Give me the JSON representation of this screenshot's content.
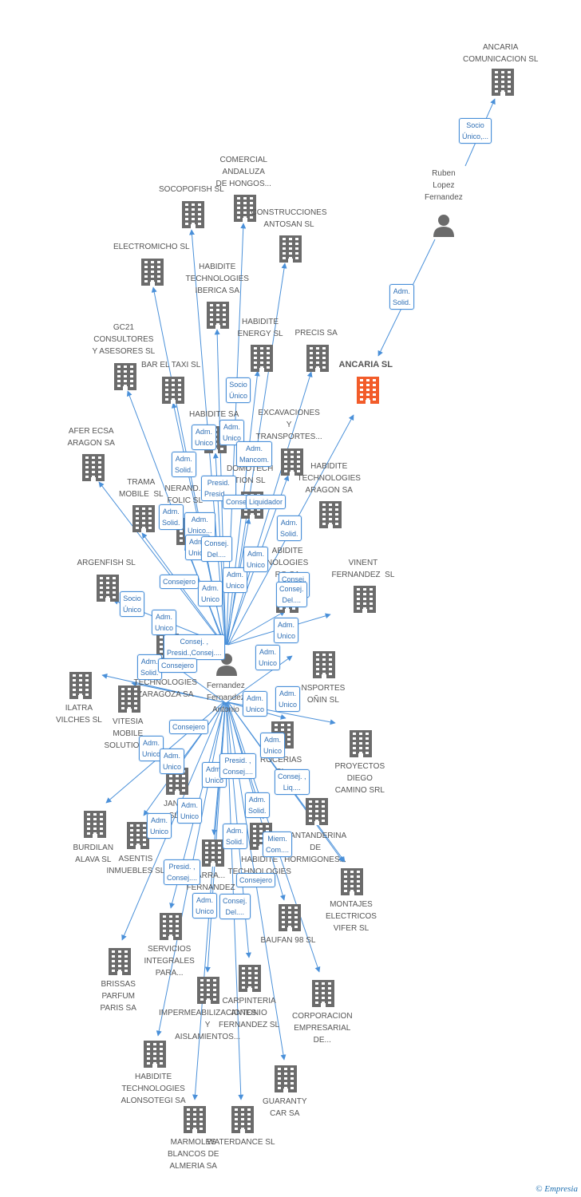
{
  "colors": {
    "company": "#6b6b6b",
    "focus": "#f25c2a",
    "edge": "#4a90d9",
    "person": "#6b6b6b"
  },
  "companies": [
    {
      "id": "ancaria_com",
      "label": "ANCARIA\nCOMUNICACION SL"
    },
    {
      "id": "ancaria_sl",
      "label": "ANCARIA SL",
      "focus": true
    },
    {
      "id": "comercial_andaluza",
      "label": "COMERCIAL\nANDALUZA\nDE HONGOS..."
    },
    {
      "id": "socopofish",
      "label": "SOCOPOFISH SL"
    },
    {
      "id": "construcciones_antosan",
      "label": "CONSTRUCCIONES\nANTOSAN SL"
    },
    {
      "id": "electromicho",
      "label": "ELECTROMICHO SL"
    },
    {
      "id": "habidite_iberica",
      "label": "HABIDITE\nTECHNOLOGIES\nIBERICA SA"
    },
    {
      "id": "gc21",
      "label": "GC21\nCONSULTORES\nY ASESORES SL"
    },
    {
      "id": "habidite_energy",
      "label": "HABIDITE\nENERGY SL"
    },
    {
      "id": "precis",
      "label": "PRECIS SA"
    },
    {
      "id": "bar_taxi",
      "label": "BAR EL TAXI SL"
    },
    {
      "id": "habidite_sa",
      "label": "HABIDITE SA"
    },
    {
      "id": "excavaciones",
      "label": "EXCAVACIONES\nY\nTRANSPORTES..."
    },
    {
      "id": "afer_ecsa",
      "label": "AFER ECSA\nARAGON SA"
    },
    {
      "id": "domotech",
      "label": "DOMOTECH\nTION SL"
    },
    {
      "id": "habidite_aragon",
      "label": "HABIDITE\nTECHNOLOGIES\nARAGON SA"
    },
    {
      "id": "trama_mobile",
      "label": "TRAMA\nMOBILE  SL"
    },
    {
      "id": "generando",
      "label": "NERAND...\nFOLIC SL"
    },
    {
      "id": "habidite_tech3",
      "label": "ABIDITE\nNOLOGIES\nRO SA"
    },
    {
      "id": "argenfish",
      "label": "ARGENFISH SL"
    },
    {
      "id": "vinent",
      "label": "VINENT\nFERNANDEZ  SL"
    },
    {
      "id": "ilatra",
      "label": "ILATRA\nVILCHES SL"
    },
    {
      "id": "habidite_zaragoza",
      "label": "TECHNOLOGIES\nZARAGOZA SA"
    },
    {
      "id": "transportes",
      "label": "NSPORTES\nOÑIN SL"
    },
    {
      "id": "vitesia",
      "label": "VITESIA\nMOBILE\nSOLUTION..."
    },
    {
      "id": "proyectos_diego",
      "label": "PROYECTOS\nDIEGO\nCAMINO SRL"
    },
    {
      "id": "jans",
      "label": "JANS\nSL"
    },
    {
      "id": "ferreterias",
      "label": "ROCERIAS\nSL"
    },
    {
      "id": "burdilan",
      "label": "BURDILAN\nALAVA SL"
    },
    {
      "id": "asentis",
      "label": "ASENTIS\nINMUEBLES SL"
    },
    {
      "id": "cantanderina",
      "label": "CANTANDERINA\nDE\nHORMIGONES..."
    },
    {
      "id": "carrasco",
      "label": "ARRA...\nFERNANDEZ"
    },
    {
      "id": "habidite_tech4",
      "label": "HABIDITE\nTECHNOLOGIES"
    },
    {
      "id": "montajes",
      "label": "MONTAJES\nELECTRICOS\nVIFER SL"
    },
    {
      "id": "servicios_integrales",
      "label": "SERVICIOS\nINTEGRALES\nPARA..."
    },
    {
      "id": "baufan",
      "label": "BAUFAN 98 SL"
    },
    {
      "id": "brissas",
      "label": "BRISSAS\nPARFUM\nPARIS SA"
    },
    {
      "id": "impermeabilizaciones",
      "label": "IMPERMEABILIZACIONES\nY\nAISLAMIENTOS..."
    },
    {
      "id": "carpinteria",
      "label": "CARPINTERIA\nANTONIO\nFERNANDEZ SL"
    },
    {
      "id": "corporacion",
      "label": "CORPORACION\nEMPRESARIAL\nDE..."
    },
    {
      "id": "habidite_alonsotegi",
      "label": "HABIDITE\nTECHNOLOGIES\nALONSOTEGI SA"
    },
    {
      "id": "guaranty",
      "label": "GUARANTY\nCAR SA"
    },
    {
      "id": "marmoles",
      "label": "MARMOLES\nBLANCOS DE\nALMERIA SA"
    },
    {
      "id": "waterdance",
      "label": "WATERDANCE SL"
    }
  ],
  "persons": [
    {
      "id": "ruben",
      "label": "Ruben\nLopez\nFernandez"
    },
    {
      "id": "antonio",
      "label": "Fernandez\nFernandez\nAntonio"
    }
  ],
  "edge_labels": [
    "Socio\nÚnico,...",
    "Adm.\nSolid.",
    "Socio\nÚnico",
    "Adm.\nUnico",
    "Adm.\nUnico",
    "Adm.\nMancom.",
    "Adm.\nSolid.",
    "Presid.\nPresid....",
    "Conse",
    "Liquidador",
    "Adm.\nSolid.",
    "Adm.\nUnico...",
    "Adm.\nSolid.",
    "Consej.\nDel....",
    "Adm.\nUnico",
    "Adm.\nUnico",
    "Adm.\nUnico",
    "Consejero",
    "Consej.\nDel....",
    "Adm.\nUnico",
    "Socio\nÚnico",
    "Adm.\nUnico",
    "Consej.\nDel....",
    "Adm.\nUnico",
    "Consej. ,\nPresid.,Consej....",
    "Adm.\nUnico",
    "Adm.\nSolid.",
    "Consejero",
    "Adm.\nUnico",
    "Adm.\nUnico",
    "Consejero",
    "Adm.\nUnico",
    "Adm.\nUnico",
    "Adm.\nUnico",
    "Presid. ,\nConsej....",
    "Adm.\nUnico",
    "Consej. ,\nLiq....",
    "Adm.\nUnico",
    "Adm.\nSolid.",
    "Adm.\nUnico",
    "Adm.\nSolid.",
    "Miem.\nCom....",
    "Presid. ,\nConsej....",
    "Consejero",
    "Consej.\nDel....",
    "Adm.\nUnico"
  ],
  "footer": {
    "copyright": "©",
    "brand": "Empresia"
  }
}
